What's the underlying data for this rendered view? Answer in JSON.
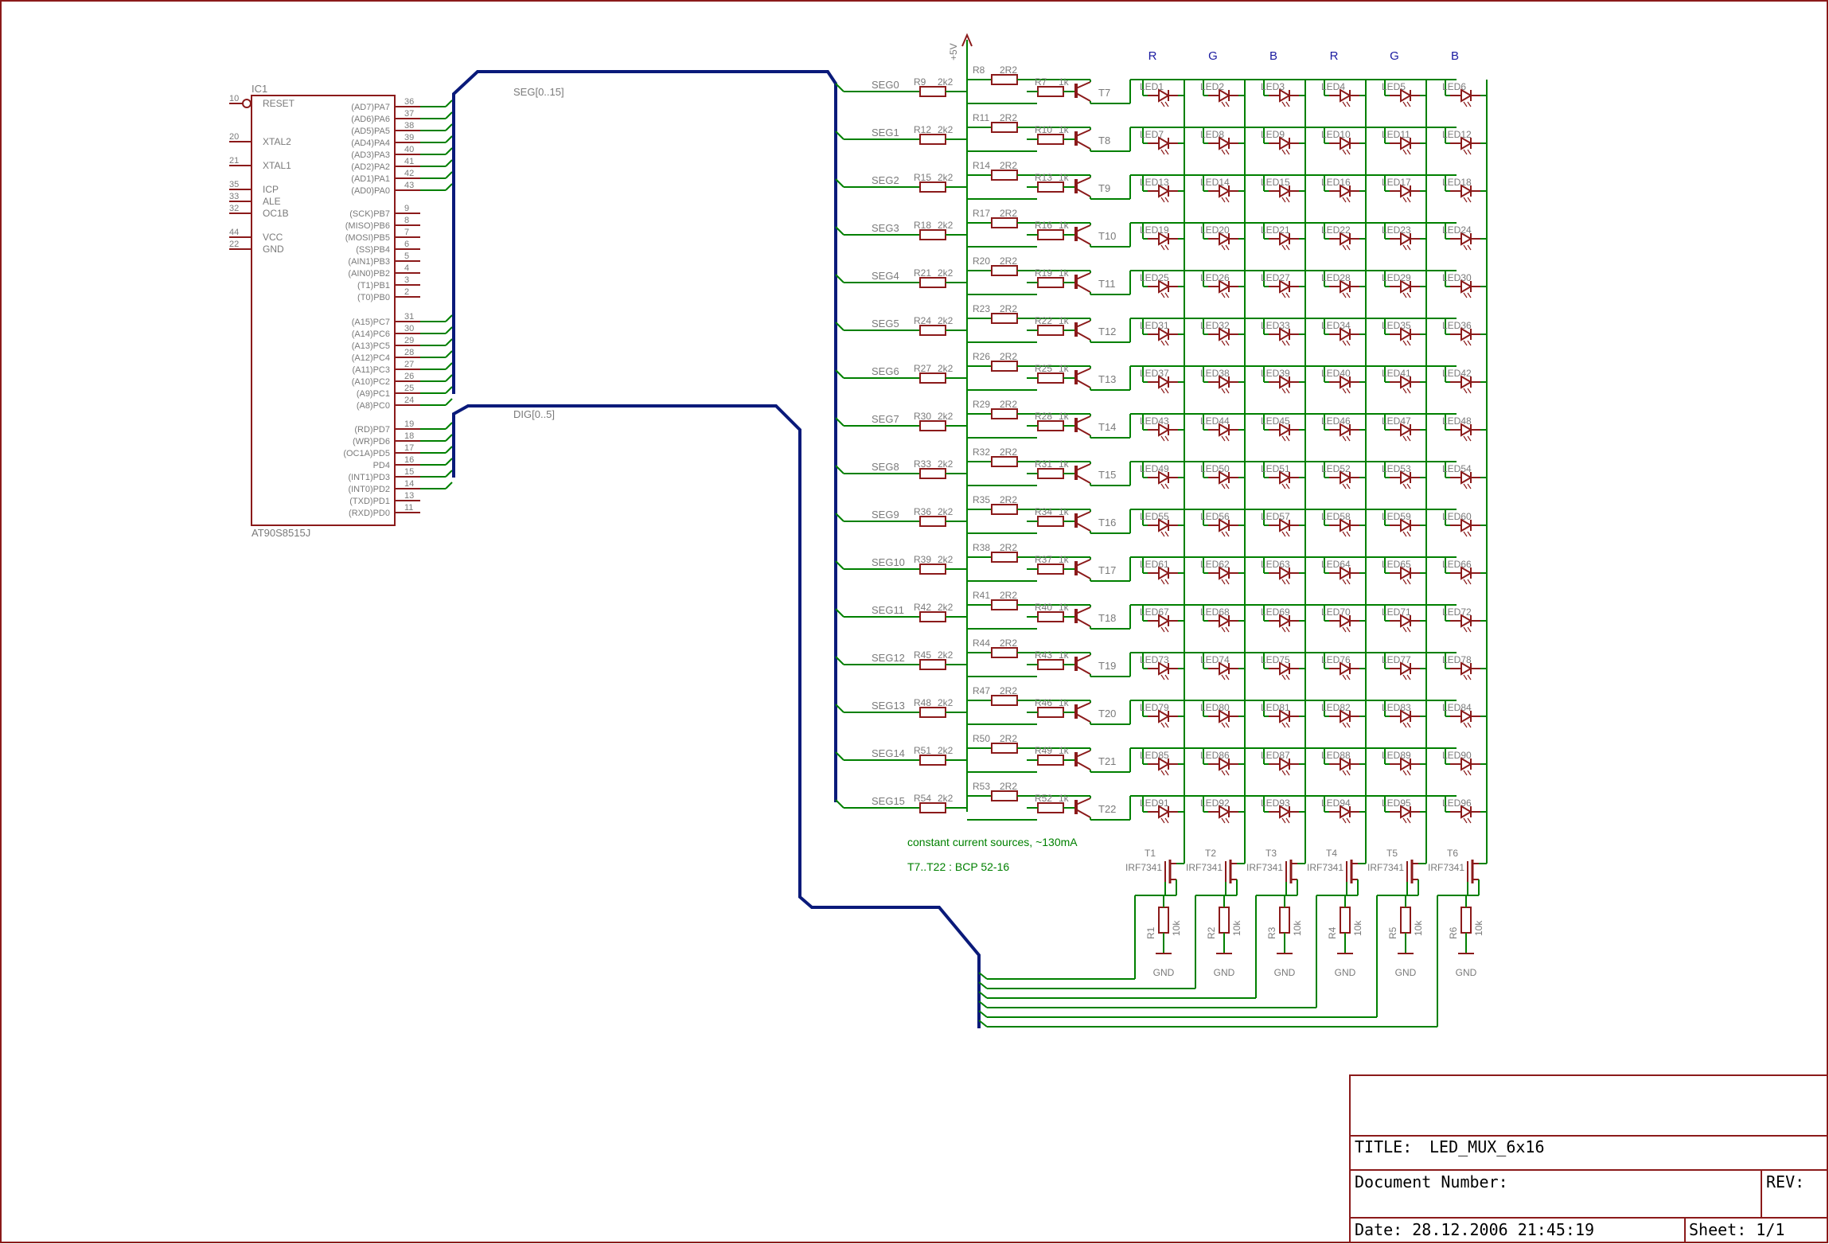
{
  "ic": {
    "name": "IC1",
    "part": "AT90S8515J",
    "left_pins": [
      {
        "num": "10",
        "label": "RESET",
        "bubble": true
      },
      {
        "num": "20",
        "label": "XTAL2"
      },
      {
        "num": "21",
        "label": "XTAL1"
      },
      {
        "num": "35",
        "label": "ICP"
      },
      {
        "num": "33",
        "label": "ALE"
      },
      {
        "num": "32",
        "label": "OC1B"
      },
      {
        "num": "44",
        "label": "VCC"
      },
      {
        "num": "22",
        "label": "GND"
      }
    ],
    "right_pins_a": [
      {
        "num": "36",
        "label": "(AD7)PA7"
      },
      {
        "num": "37",
        "label": "(AD6)PA6"
      },
      {
        "num": "38",
        "label": "(AD5)PA5"
      },
      {
        "num": "39",
        "label": "(AD4)PA4"
      },
      {
        "num": "40",
        "label": "(AD3)PA3"
      },
      {
        "num": "41",
        "label": "(AD2)PA2"
      },
      {
        "num": "42",
        "label": "(AD1)PA1"
      },
      {
        "num": "43",
        "label": "(AD0)PA0"
      }
    ],
    "right_pins_b": [
      {
        "num": "9",
        "label": "(SCK)PB7"
      },
      {
        "num": "8",
        "label": "(MISO)PB6"
      },
      {
        "num": "7",
        "label": "(MOSI)PB5"
      },
      {
        "num": "6",
        "label": "(SS)PB4"
      },
      {
        "num": "5",
        "label": "(AIN1)PB3"
      },
      {
        "num": "4",
        "label": "(AIN0)PB2"
      },
      {
        "num": "3",
        "label": "(T1)PB1"
      },
      {
        "num": "2",
        "label": "(T0)PB0"
      }
    ],
    "right_pins_c": [
      {
        "num": "31",
        "label": "(A15)PC7"
      },
      {
        "num": "30",
        "label": "(A14)PC6"
      },
      {
        "num": "29",
        "label": "(A13)PC5"
      },
      {
        "num": "28",
        "label": "(A12)PC4"
      },
      {
        "num": "27",
        "label": "(A11)PC3"
      },
      {
        "num": "26",
        "label": "(A10)PC2"
      },
      {
        "num": "25",
        "label": "(A9)PC1"
      },
      {
        "num": "24",
        "label": "(A8)PC0"
      }
    ],
    "right_pins_d": [
      {
        "num": "19",
        "label": "(RD)PD7"
      },
      {
        "num": "18",
        "label": "(WR)PD6"
      },
      {
        "num": "17",
        "label": "(OC1A)PD5"
      },
      {
        "num": "16",
        "label": "PD4"
      },
      {
        "num": "15",
        "label": "(INT1)PD3"
      },
      {
        "num": "14",
        "label": "(INT0)PD2"
      },
      {
        "num": "13",
        "label": "(TXD)PD1"
      },
      {
        "num": "11",
        "label": "(RXD)PD0"
      }
    ]
  },
  "buses": {
    "seg_label": "SEG[0..15]",
    "dig_label": "DIG[0..5]"
  },
  "supply_label": "+5V",
  "column_colors": [
    "R",
    "G",
    "B",
    "R",
    "G",
    "B"
  ],
  "segments": [
    "SEG0",
    "SEG1",
    "SEG2",
    "SEG3",
    "SEG4",
    "SEG5",
    "SEG6",
    "SEG7",
    "SEG8",
    "SEG9",
    "SEG10",
    "SEG11",
    "SEG12",
    "SEG13",
    "SEG14",
    "SEG15"
  ],
  "resistor_values": {
    "base": "2k2",
    "sense": "2R2",
    "bias": "1k"
  },
  "notes": {
    "line1": "constant current sources, ~130mA",
    "line2": "T7..T22 : BCP 52-16"
  },
  "mosfets": {
    "part": "IRF7341",
    "pulldown_value": "10k",
    "ground_label": "GND"
  },
  "title_block": {
    "title_key": "TITLE:",
    "title_value": "LED_MUX_6x16",
    "doc_number": "Document Number:",
    "rev": "REV:",
    "date": "Date: 28.12.2006 21:45:19",
    "sheet": "Sheet: 1/1"
  },
  "colors": {
    "wire": "#008000",
    "part": "#8b1a1a",
    "bus": "#0a1a7a",
    "label": "#7a7a7a",
    "column_label": "#1a1aa0",
    "frame": "#8b1a1a"
  }
}
